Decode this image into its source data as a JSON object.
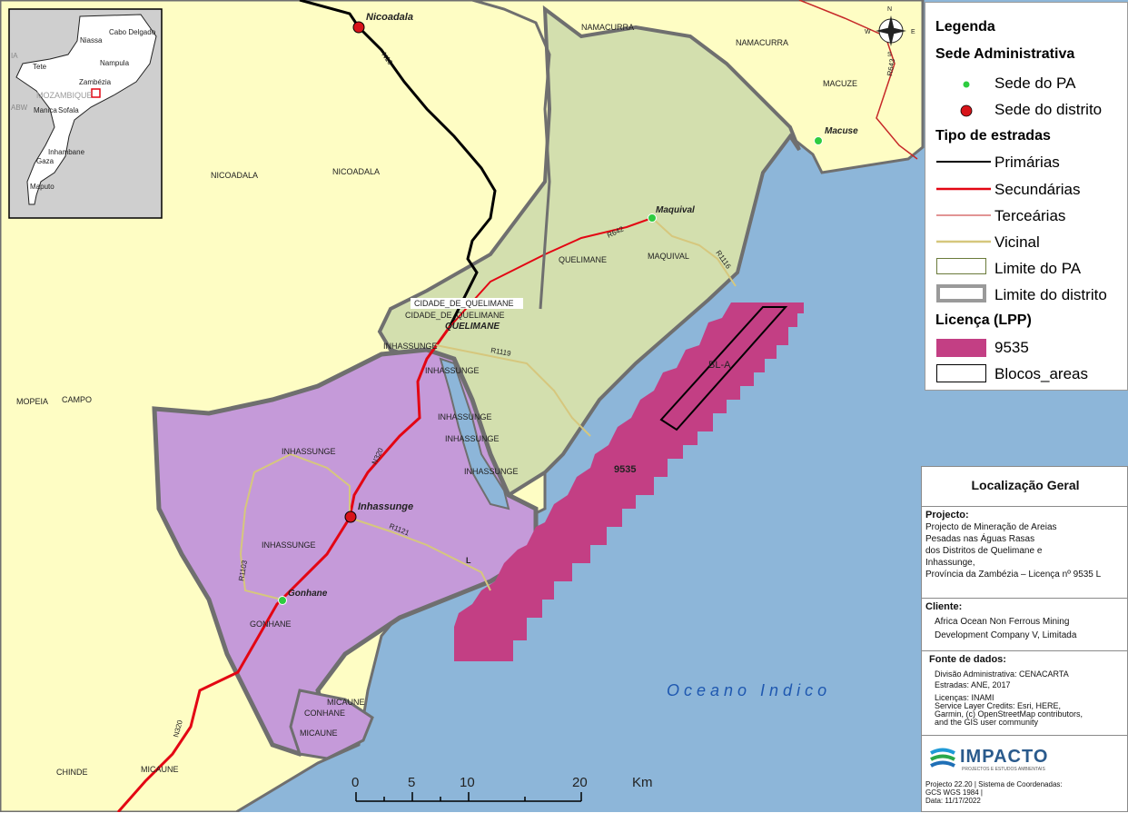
{
  "map": {
    "labels": {
      "nicoadala_town": "Nicoadala",
      "namacurra_1": "NAMACURRA",
      "namacurra_2": "NAMACURRA",
      "macuze": "MACUZE",
      "macuse_town": "Macuse",
      "nicoadala_dist_1": "NICOADALA",
      "nicoadala_dist_2": "NICOADALA",
      "maquival_town": "Maquival",
      "maquival_pa": "MAQUIVAL",
      "quelimane_pa": "QUELIMANE",
      "cidade_1": "CIDADE_DE_QUELIMANE",
      "cidade_2": "CIDADE_DE_QUELIMANE",
      "quelimane_city": "QUELIMANE",
      "inhassunge_1": "INHASSUNGE",
      "inhassunge_2": "INHASSUNGE",
      "inhassunge_3": "INHASSUNGE",
      "inhassunge_4": "INHASSUNGE",
      "inhassunge_5": "INHASSUNGE",
      "inhassunge_6": "INHASSUNGE",
      "inhassunge_7": "INHASSUNGE",
      "inhassunge_town": "Inhassunge",
      "mopeia": "MOPEIA",
      "campo": "CAMPO",
      "block_bla": "BL-A",
      "license_9535": "9535",
      "gonhane_town": "Gonhane",
      "gonhane": "GONHANE",
      "micaune_1": "MICAUNE",
      "micaune_2": "MICAUNE",
      "micaune_3": "MICAUNE",
      "chinde": "CHINDE",
      "conhane": "CONHANE",
      "ocean": "Oceano Indico",
      "marker_l": "L"
    },
    "roads": {
      "n10": "N10",
      "r642": "R642",
      "r1116": "R1116",
      "r1119": "R1119",
      "n320_a": "N320",
      "n320_b": "N320",
      "r1121": "R1121",
      "r1103": "R1103",
      "r643": "R643"
    },
    "scale": {
      "ticks": [
        "0",
        "5",
        "10",
        "20"
      ],
      "unit": "Km"
    },
    "north_arrow": {
      "n": "N",
      "s": "S",
      "e": "E",
      "w": "W"
    },
    "inset": {
      "labels": {
        "cabo_delgado": "Cabo Delgado",
        "niassa": "Niassa",
        "tete": "Tete",
        "nampula": "Nampula",
        "zambezia": "Zambézia",
        "mozambique": "MOZAMBIQUE",
        "manica": "Manica",
        "sofala": "Sofala",
        "inhambane": "Inhambane",
        "gaza": "Gaza",
        "maputo": "Maputo",
        "ia": "IA",
        "abw": "ABW"
      }
    }
  },
  "legend": {
    "title": "Legenda",
    "sede_header": "Sede Administrativa",
    "sede_pa": "Sede do PA",
    "sede_distrito": "Sede do distrito",
    "roads_header": "Tipo de estradas",
    "primarias": "Primárias",
    "secundarias": "Secundárias",
    "tercearias": "Terceárias",
    "vicinal": "Vicinal",
    "limite_pa": "Limite do PA",
    "limite_distrito": "Limite do distrito",
    "licenca_header": "Licença (LPP)",
    "licenca_9535": "9535",
    "blocos": "Blocos_areas"
  },
  "panel": {
    "title": "Localização Geral",
    "projecto_label": "Projecto:",
    "projecto_lines": [
      "Projecto de Mineração de Areias",
      "Pesadas nas Águas Rasas",
      "dos Distritos de Quelimane e",
      "Inhassunge,",
      "Província da Zambézia – Licença nº 9535 L"
    ],
    "cliente_label": "Cliente:",
    "cliente_lines": [
      "Africa Ocean Non Ferrous Mining",
      "Development Company V, Limitada"
    ],
    "fonte_label": "Fonte de dados:",
    "fonte_lines": [
      "Divisão Administrativa: CENACARTA",
      "Estradas: ANE, 2017",
      "Licenças: INAMI",
      "Service Layer Credits: Esri, HERE,",
      "Garmin, (c) OpenStreetMap contributors,",
      "and the GIS user community"
    ],
    "logo_name": "IMPACTO",
    "logo_sub": "PROJECTOS E ESTUDOS AMBIENTAIS",
    "footer_lines": [
      "Projecto 22.20 | Sistema de Coordenadas:",
      "GCS WGS 1984 |",
      "Data: 11/17/2022"
    ]
  },
  "colors": {
    "ocean": "#8db6d9",
    "land": "#fefdc4",
    "pa_green": "#d3dfae",
    "inhassunge_purple": "#c59ad9",
    "license": "#c33f84",
    "primary_road": "#000000",
    "secondary_road": "#e30613",
    "tertiary_road": "#c62828",
    "vicinal_road": "#d6c77d",
    "district_boundary": "#6f6f6f",
    "sede_pa": "#2ecc40",
    "sede_distrito": "#d7141a"
  }
}
